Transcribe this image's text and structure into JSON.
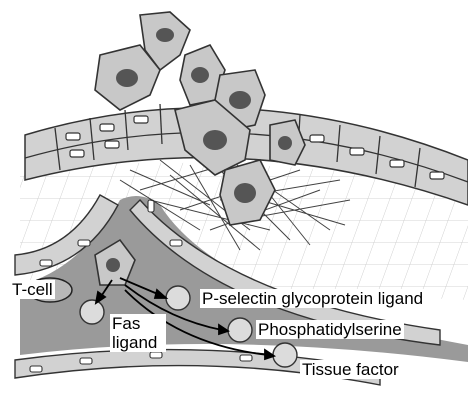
{
  "labels": {
    "t_cell": "T-cell",
    "fas_ligand": "Fas ligand",
    "psgl": "P-selectin glycoprotein ligand",
    "phosphatidylserine": "Phosphatidylserine",
    "tissue_factor": "Tissue factor"
  },
  "colors": {
    "cell_fill": "#c8c8c8",
    "nucleus": "#555555",
    "vessel_fill": "#9a9a9a",
    "endothelium": "#d2d2d2",
    "mesh": "#333333",
    "vesicle": "#dcdcdc"
  }
}
